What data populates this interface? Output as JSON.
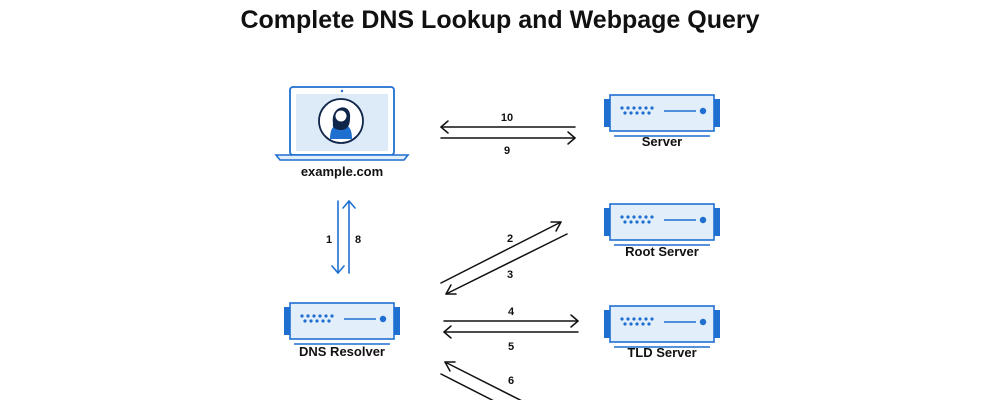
{
  "title": "Complete DNS Lookup and Webpage Query",
  "colors": {
    "blue": "#1f6fd1",
    "light_blue": "#e2eef9",
    "screen_blue": "#ddebf8",
    "dark": "#111111",
    "navy": "#10254a",
    "white": "#ffffff"
  },
  "icons": {
    "client": "laptop-user-icon",
    "server": "server-icon"
  },
  "nodes": {
    "client": "example.com",
    "resolver": "DNS Resolver",
    "root": "Root Server",
    "tld": "TLD Server",
    "server": "Server"
  },
  "steps": [
    "1",
    "2",
    "3",
    "4",
    "5",
    "6",
    "8",
    "9",
    "10"
  ]
}
